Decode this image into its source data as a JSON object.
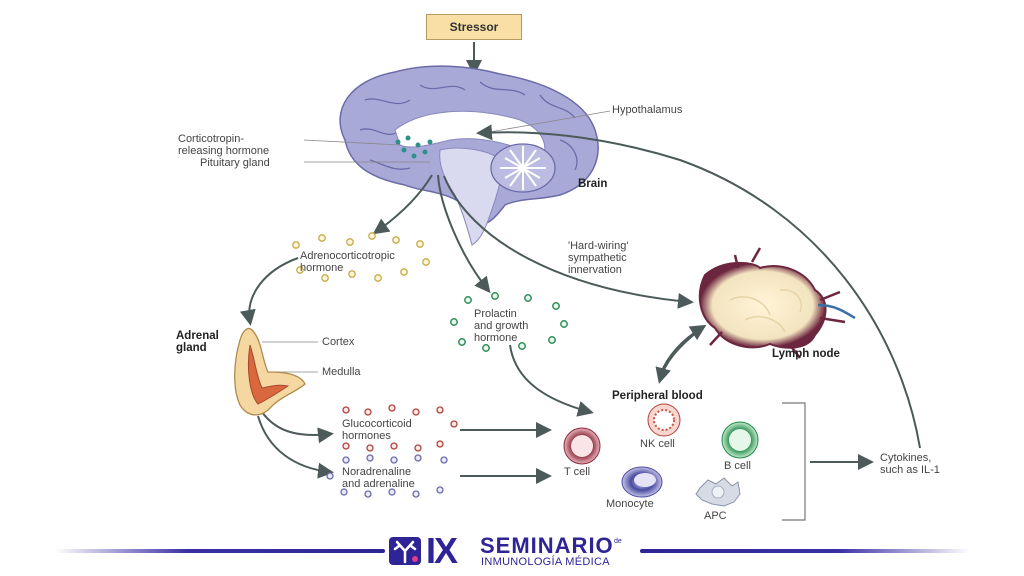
{
  "diagram": {
    "stressor": "Stressor",
    "hypothalamus": "Hypothalamus",
    "crh": "Corticotropin-\nreleasing hormone",
    "pituitary": "Pituitary gland",
    "brain": "Brain",
    "acth": "Adrenocorticotropic\nhormone",
    "hard_wiring": "'Hard-wiring'\nsympathetic\ninnervation",
    "adrenal": "Adrenal\ngland",
    "cortex": "Cortex",
    "medulla": "Medulla",
    "prolactin": "Prolactin\nand growth\nhormone",
    "lymph_node": "Lymph node",
    "peripheral_blood": "Peripheral blood",
    "glucocorticoid": "Glucocorticoid\nhormones",
    "noradrenaline": "Noradrenaline\nand adrenaline",
    "nk_cell": "NK cell",
    "t_cell": "T cell",
    "b_cell": "B cell",
    "monocyte": "Monocyte",
    "apc": "APC",
    "cytokines": "Cytokines,\nsuch as IL-1"
  },
  "logo": {
    "numeral": "IX",
    "title": "SEMINARIO",
    "de": "de",
    "subtitle": "INMUNOLOGÍA MÉDICA"
  },
  "colors": {
    "brain": "#a9a9d8",
    "brain_dark": "#6b6ba8",
    "arrow": "#4c5a5a",
    "acth_dot": "#c9a94a",
    "prolactin_dot": "#2f8f5a",
    "gluco_dot": "#b0423a",
    "nor_dot": "#6a6aa8",
    "brand": "#2e2496"
  }
}
